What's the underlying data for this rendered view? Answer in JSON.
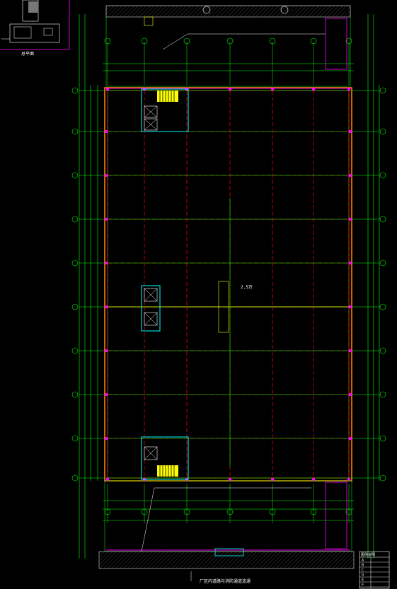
{
  "drawing": {
    "background": "#000000",
    "colors": {
      "axis": "#00ff00",
      "grid": "#ff0000",
      "wall": "#ff8000",
      "annotation": "#ffffff",
      "equipment": "#00ffff",
      "boundary": "#ff00ff",
      "leader": "#ffff00",
      "stair": "#ffff00",
      "column": "#ff00ff"
    },
    "center_label": "2.5万",
    "bottom_note": "厂区内道路与消防通道连通",
    "keyplan_label": "总平面",
    "legend_title": "图例说明",
    "legend_rows": [
      "A",
      "B",
      "C",
      "D",
      "E",
      "F"
    ]
  }
}
